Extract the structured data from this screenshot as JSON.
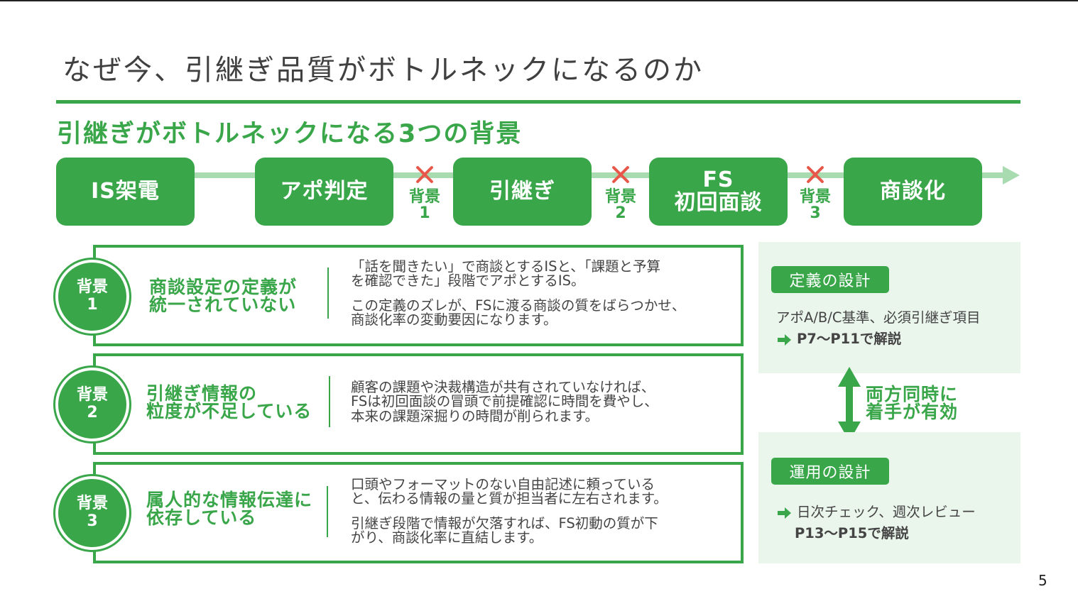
{
  "slide": {
    "title": "なぜ今、引継ぎ品質がボトルネックになるのか",
    "subtitle": "引継ぎがボトルネックになる3つの背景",
    "page_number": "5"
  },
  "flow": {
    "steps": [
      {
        "line1": "IS架電",
        "line2": ""
      },
      {
        "line1": "アポ判定",
        "line2": ""
      },
      {
        "line1": "引継ぎ",
        "line2": ""
      },
      {
        "line1": "FS",
        "line2": "初回面談"
      },
      {
        "line1": "商談化",
        "line2": ""
      }
    ],
    "breakers": [
      {
        "label": "背景\n1"
      },
      {
        "label": "背景\n2"
      },
      {
        "label": "背景\n3"
      }
    ]
  },
  "backgrounds": [
    {
      "badge_line1": "背景",
      "badge_line2": "1",
      "heading_line1": "商談設定の定義が",
      "heading_line2": "統一されていない",
      "para1_line1": "「話を聞きたい」で商談とするISと、「課題と予算",
      "para1_line2": "を確認できた」段階でアポとするIS。",
      "para2_line1": "この定義のズレが、FSに渡る商談の質をばらつかせ、",
      "para2_line2": "商談化率の変動要因になります。",
      "para2_line3": ""
    },
    {
      "badge_line1": "背景",
      "badge_line2": "2",
      "heading_line1": "引継ぎ情報の",
      "heading_line2": "粒度が不足している",
      "para1_line1": "顧客の課題や決裁構造が共有されていなければ、",
      "para1_line2": "FSは初回面談の冒頭で前提確認に時間を費やし、",
      "para2_line1": "本来の課題深掘りの時間が削られます。",
      "para2_line2": "",
      "para2_line3": ""
    },
    {
      "badge_line1": "背景",
      "badge_line2": "3",
      "heading_line1": "属人的な情報伝達に",
      "heading_line2": "依存している",
      "para1_line1": "口頭やフォーマットのない自由記述に頼っている",
      "para1_line2": "と、伝わる情報の量と質が担当者に左右されます。",
      "para2_line1": "引継ぎ段階で情報が欠落すれば、FS初動の質が下",
      "para2_line2": "がり、商談化率に直結します。",
      "para2_line3": ""
    }
  ],
  "panel": {
    "definition": {
      "tag": "定義の設計",
      "text": "アポA/B/C基準、必須引継ぎ項目",
      "ref": "P7〜P11で解説"
    },
    "middle": {
      "line1": "両方同時に",
      "line2": "着手が有効"
    },
    "operation": {
      "tag": "運用の設計",
      "text": "日次チェック、週次レビュー",
      "ref": "P13〜P15で解説"
    }
  },
  "colors": {
    "accent": "#3aa64a",
    "accent_light": "#a8dbb0",
    "panel_bg": "#eaf5ec",
    "cross": "#e8584a"
  }
}
